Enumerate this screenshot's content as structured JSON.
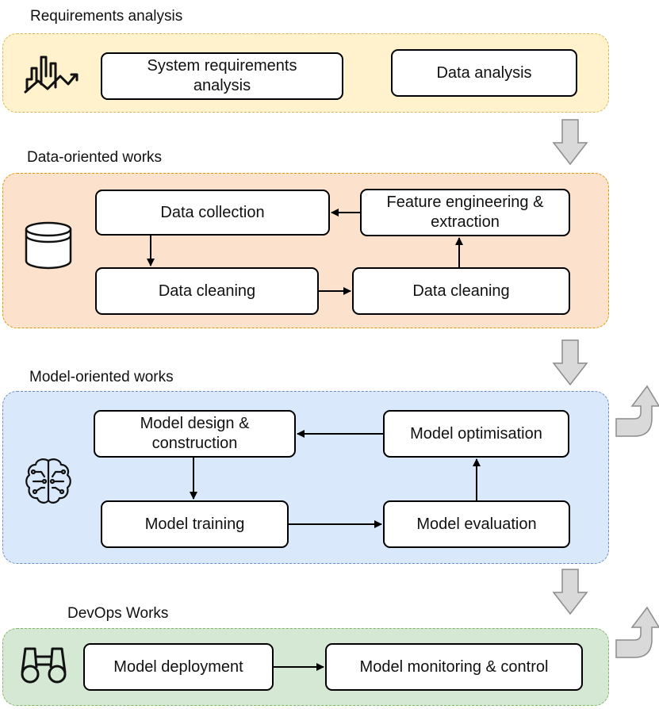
{
  "colors": {
    "requirements_fill": "#fff2cc",
    "requirements_border": "#d6b656",
    "data_fill": "#fce2cc",
    "data_border": "#d79b00",
    "model_fill": "#dae8fc",
    "model_border": "#6c8ebf",
    "devops_fill": "#d5e8d4",
    "devops_border": "#82b366",
    "flow_arrow_fill": "#d9d9d9",
    "flow_arrow_stroke": "#8c8c8c"
  },
  "sections": {
    "requirements": {
      "title": "Requirements  analysis",
      "icon": "chart-growth-icon",
      "boxes": {
        "system_req": "System requirements\nanalysis",
        "data_analysis": "Data analysis"
      }
    },
    "data": {
      "title": "Data-oriented works",
      "icon": "database-icon",
      "boxes": {
        "collection": "Data collection",
        "feature": "Feature engineering &\nextraction",
        "cleaning_left": "Data cleaning",
        "cleaning_right": "Data cleaning"
      }
    },
    "model": {
      "title": "Model-oriented works",
      "icon": "brain-circuit-icon",
      "boxes": {
        "design": "Model design &\nconstruction",
        "optimisation": "Model optimisation",
        "training": "Model training",
        "evaluation": "Model evaluation"
      }
    },
    "devops": {
      "title": "DevOps Works",
      "icon": "binoculars-icon",
      "boxes": {
        "deployment": "Model deployment",
        "monitoring": "Model monitoring & control"
      }
    }
  }
}
